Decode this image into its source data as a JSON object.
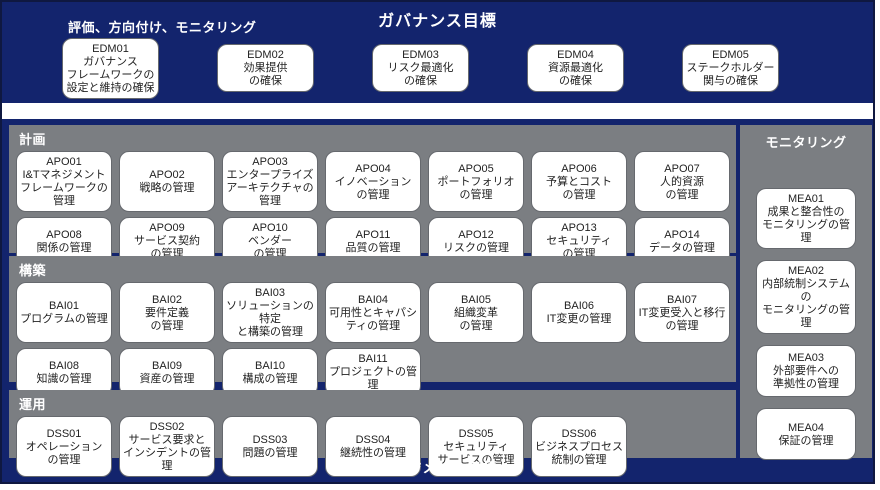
{
  "governance_banner": {
    "title": "ガバナンス目標",
    "edm_label": "評価、方向付け、モニタリング",
    "boxes": [
      {
        "id": "EDM01",
        "name": "ガバナンス\nフレームワークの\n設定と維持の確保"
      },
      {
        "id": "EDM02",
        "name": "効果提供\nの確保"
      },
      {
        "id": "EDM03",
        "name": "リスク最適化\nの確保"
      },
      {
        "id": "EDM04",
        "name": "資源最適化\nの確保"
      },
      {
        "id": "EDM05",
        "name": "ステークホルダー\n関与の確保"
      }
    ]
  },
  "plan": {
    "header": "計画",
    "rows": [
      [
        {
          "id": "APO01",
          "name": "I&Tマネジメント\nフレームワークの管理"
        },
        {
          "id": "APO02",
          "name": "戦略の管理"
        },
        {
          "id": "APO03",
          "name": "エンタープライズ\nアーキテクチャの管理"
        },
        {
          "id": "APO04",
          "name": "イノベーション\nの管理"
        },
        {
          "id": "APO05",
          "name": "ポートフォリオ\nの管理"
        },
        {
          "id": "APO06",
          "name": "予算とコスト\nの管理"
        },
        {
          "id": "APO07",
          "name": "人的資源\nの管理"
        }
      ],
      [
        {
          "id": "APO08",
          "name": "関係の管理"
        },
        {
          "id": "APO09",
          "name": "サービス契約\nの管理"
        },
        {
          "id": "APO10",
          "name": "ベンダー\nの管理"
        },
        {
          "id": "APO11",
          "name": "品質の管理"
        },
        {
          "id": "APO12",
          "name": "リスクの管理"
        },
        {
          "id": "APO13",
          "name": "セキュリティ\nの管理"
        },
        {
          "id": "APO14",
          "name": "データの管理"
        }
      ]
    ]
  },
  "build": {
    "header": "構築",
    "rows": [
      [
        {
          "id": "BAI01",
          "name": "プログラムの管理"
        },
        {
          "id": "BAI02",
          "name": "要件定義\nの管理"
        },
        {
          "id": "BAI03",
          "name": "ソリューションの特定\nと構築の管理"
        },
        {
          "id": "BAI04",
          "name": "可用性とキャパシ\nティの管理"
        },
        {
          "id": "BAI05",
          "name": "組織変革\nの管理"
        },
        {
          "id": "BAI06",
          "name": "IT変更の管理"
        },
        {
          "id": "BAI07",
          "name": "IT変更受入と移行\nの管理"
        }
      ],
      [
        {
          "id": "BAI08",
          "name": "知識の管理"
        },
        {
          "id": "BAI09",
          "name": "資産の管理"
        },
        {
          "id": "BAI10",
          "name": "構成の管理"
        },
        {
          "id": "BAI11",
          "name": "プロジェクトの管理"
        }
      ]
    ]
  },
  "run": {
    "header": "運用",
    "rows": [
      [
        {
          "id": "DSS01",
          "name": "オペレーション\nの管理"
        },
        {
          "id": "DSS02",
          "name": "サービス要求と\nインシデントの管理"
        },
        {
          "id": "DSS03",
          "name": "問題の管理"
        },
        {
          "id": "DSS04",
          "name": "継続性の管理"
        },
        {
          "id": "DSS05",
          "name": "セキュリティ\nサービスの管理"
        },
        {
          "id": "DSS06",
          "name": "ビジネスプロセス\n統制の管理"
        }
      ]
    ]
  },
  "monitoring": {
    "header": "モニタリング",
    "boxes": [
      {
        "id": "MEA01",
        "name": "成果と整合性の\nモニタリングの管理"
      },
      {
        "id": "MEA02",
        "name": "内部統制システムの\nモニタリングの管理"
      },
      {
        "id": "MEA03",
        "name": "外部要件への\n準拠性の管理"
      },
      {
        "id": "MEA04",
        "name": "保証の管理"
      }
    ]
  },
  "management_banner": {
    "title": "マネジメント目標"
  },
  "colors": {
    "navy": "#13246d",
    "panel_gray": "#7b7e82",
    "box_border": "#66696e",
    "box_bg": "#ffffff",
    "text_light": "#ffffff",
    "text_dark": "#222222"
  }
}
